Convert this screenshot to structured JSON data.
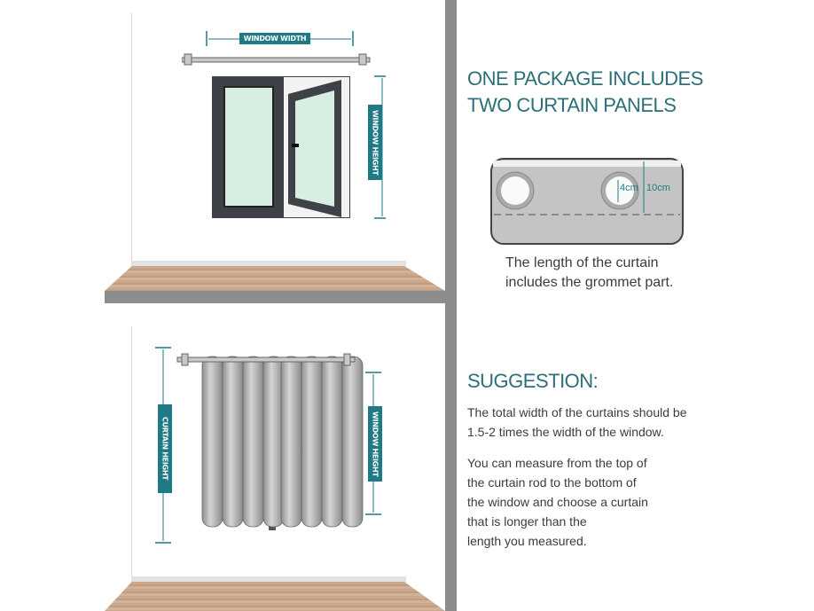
{
  "top_panel": {
    "window_width_label": "WINDOW WIDTH",
    "window_height_label": "WINDOW HEIGHT"
  },
  "bottom_panel": {
    "curtain_height_label": "CURTAIN HEIGHT",
    "window_height_label": "WINDOW HEIGHT"
  },
  "package": {
    "heading_line1": "ONE PACKAGE INCLUDES",
    "heading_line2": "TWO CURTAIN PANELS"
  },
  "grommet": {
    "inner_label": "4cm",
    "outer_label": "10cm",
    "caption_line1": "The length of the curtain",
    "caption_line2": "includes the grommet part."
  },
  "suggestion": {
    "heading": "SUGGESTION:",
    "para1_line1": "The total width of the curtains should be",
    "para1_line2": "1.5-2 times the width of the window.",
    "para2_lines": [
      "You can measure from the top of",
      "the curtain rod to the bottom of",
      "the window and choose a curtain",
      "that is longer than the",
      "length you measured."
    ]
  },
  "colors": {
    "accent": "#1f7a85",
    "divider": "#8c8c8c"
  }
}
